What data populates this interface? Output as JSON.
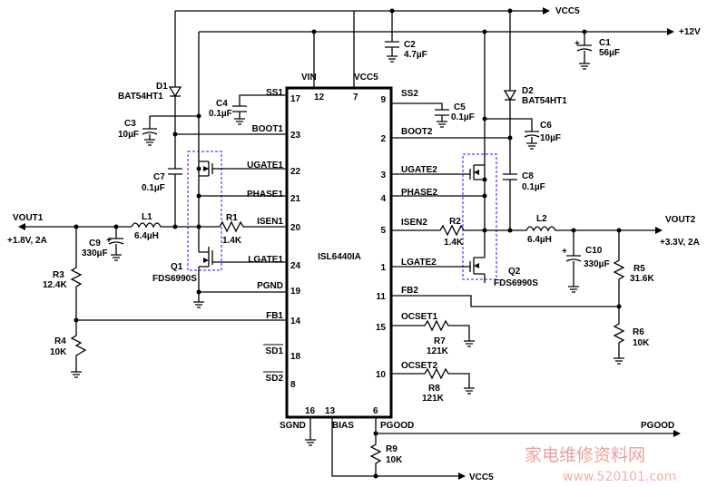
{
  "chip": {
    "name": "ISL6440IA",
    "pins_left": [
      {
        "label": "SS1",
        "num": "17"
      },
      {
        "label": "BOOT1",
        "num": "23"
      },
      {
        "label": "UGATE1",
        "num": "22"
      },
      {
        "label": "PHASE1",
        "num": "21"
      },
      {
        "label": "ISEN1",
        "num": "20"
      },
      {
        "label": "LGATE1",
        "num": "24"
      },
      {
        "label": "PGND",
        "num": "19"
      },
      {
        "label": "FB1",
        "num": "14"
      },
      {
        "label": "SD1",
        "num": "18"
      },
      {
        "label": "SD2",
        "num": "8"
      }
    ],
    "pins_right": [
      {
        "label": "SS2",
        "num": "9"
      },
      {
        "label": "BOOT2",
        "num": "2"
      },
      {
        "label": "UGATE2",
        "num": "3"
      },
      {
        "label": "PHASE2",
        "num": "4"
      },
      {
        "label": "ISEN2",
        "num": "5"
      },
      {
        "label": "LGATE2",
        "num": "1"
      },
      {
        "label": "FB2",
        "num": "11"
      },
      {
        "label": "OCSET1",
        "num": "15"
      },
      {
        "label": "OCSET2",
        "num": "10"
      }
    ],
    "pins_top": [
      {
        "label": "VIN",
        "num": "12"
      },
      {
        "label": "VCC5",
        "num": "7"
      }
    ],
    "pins_bottom": [
      {
        "label": "SGND",
        "num": "16"
      },
      {
        "label": "BIAS",
        "num": "13"
      },
      {
        "label": "PGOOD",
        "num": "6"
      }
    ]
  },
  "nets": {
    "vcc5_top": "VCC5",
    "v12": "+12V",
    "vout1": "VOUT1",
    "vout1_spec": "+1.8V, 2A",
    "vout2": "VOUT2",
    "vout2_spec": "+3.3V, 2A",
    "pgood": "PGOOD",
    "vcc5_bottom": "VCC5"
  },
  "components": {
    "C1": {
      "ref": "C1",
      "value": "56µF"
    },
    "C2": {
      "ref": "C2",
      "value": "4.7µF"
    },
    "C3": {
      "ref": "C3",
      "value": "10µF"
    },
    "C4": {
      "ref": "C4",
      "value": "0.1µF"
    },
    "C5": {
      "ref": "C5",
      "value": "0.1µF"
    },
    "C6": {
      "ref": "C6",
      "value": "10µF"
    },
    "C7": {
      "ref": "C7",
      "value": "0.1µF"
    },
    "C8": {
      "ref": "C8",
      "value": "0.1µF"
    },
    "C9": {
      "ref": "C9",
      "value": "330µF"
    },
    "C10": {
      "ref": "C10",
      "value": "330µF"
    },
    "D1": {
      "ref": "D1",
      "value": "BAT54HT1"
    },
    "D2": {
      "ref": "D2",
      "value": "BAT54HT1"
    },
    "L1": {
      "ref": "L1",
      "value": "6.4µH"
    },
    "L2": {
      "ref": "L2",
      "value": "6.4µH"
    },
    "R1": {
      "ref": "R1",
      "value": "1.4K"
    },
    "R2": {
      "ref": "R2",
      "value": "1.4K"
    },
    "R3": {
      "ref": "R3",
      "value": "12.4K"
    },
    "R4": {
      "ref": "R4",
      "value": "10K"
    },
    "R5": {
      "ref": "R5",
      "value": "31.6K"
    },
    "R6": {
      "ref": "R6",
      "value": "10K"
    },
    "R7": {
      "ref": "R7",
      "value": "121K"
    },
    "R8": {
      "ref": "R8",
      "value": "121K"
    },
    "R9": {
      "ref": "R9",
      "value": "10K"
    },
    "Q1": {
      "ref": "Q1",
      "value": "FDS6990S"
    },
    "Q2": {
      "ref": "Q2",
      "value": "FDS6990S"
    }
  },
  "watermark": {
    "cn": "家电维修资料网",
    "url": "www.520101.com"
  }
}
